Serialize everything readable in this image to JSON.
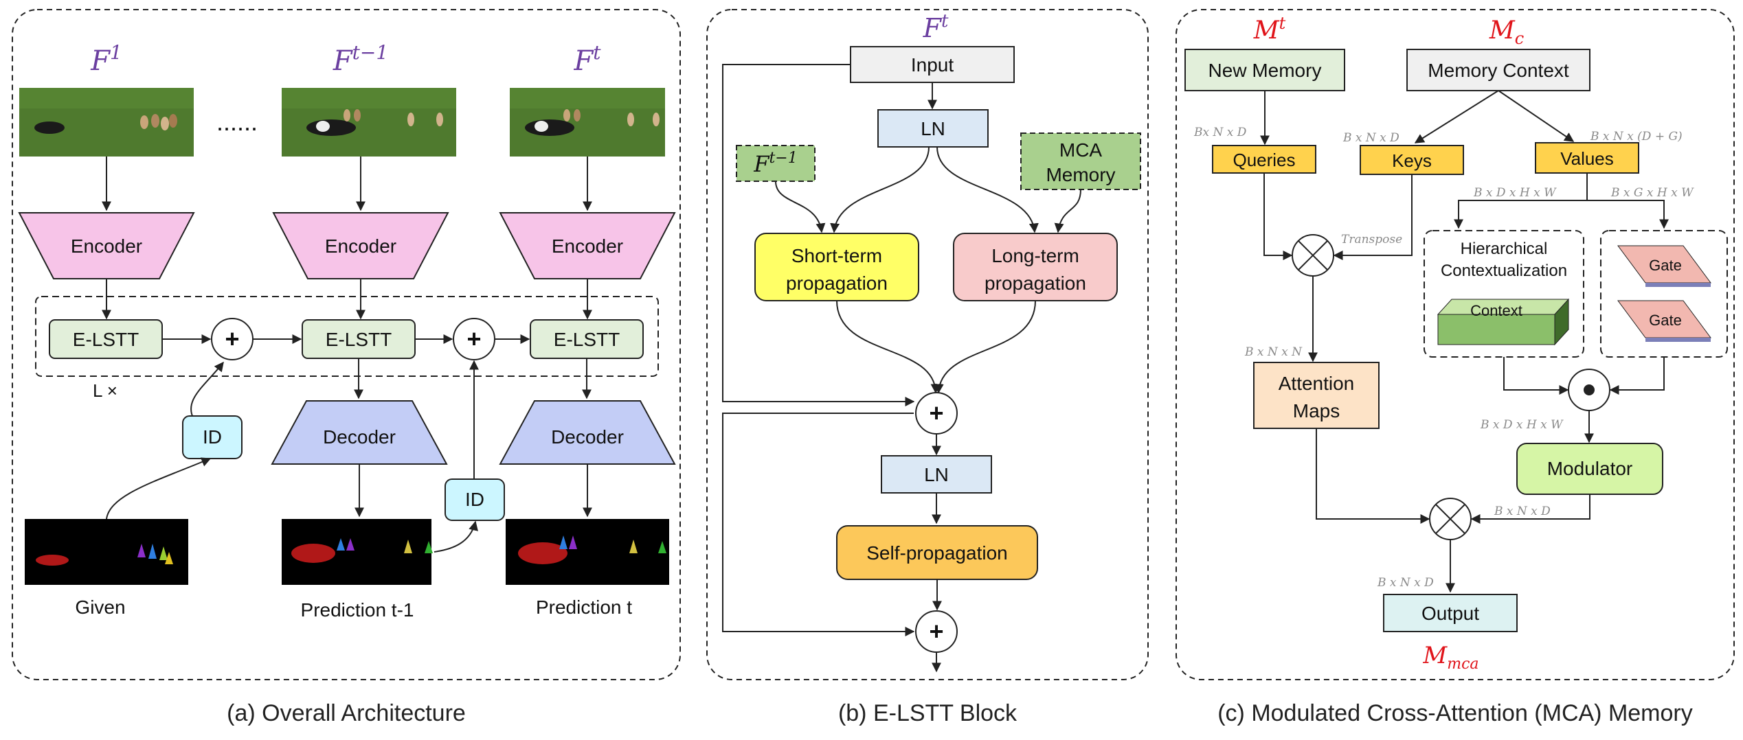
{
  "captions": {
    "a": "(a) Overall Architecture",
    "b": "(b) E-LSTT Block",
    "c": "(c) Modulated Cross-Attention (MCA) Memory"
  },
  "panel_a": {
    "frames": [
      {
        "sym": "F",
        "sup": "1"
      },
      {
        "sym": "F",
        "sup": "t−1"
      },
      {
        "sym": "F",
        "sup": "t"
      }
    ],
    "ellipsis": "......",
    "encoder": "Encoder",
    "elstt": "E-LSTT",
    "decoder": "Decoder",
    "id": "ID",
    "plus": "+",
    "layers": "L ×",
    "masks": [
      "Given",
      "Prediction t-1",
      "Prediction t"
    ]
  },
  "panel_b": {
    "top": {
      "sym": "F",
      "sup": "t"
    },
    "input": "Input",
    "ln": "LN",
    "prev": {
      "sym": "F",
      "sup": "t−1"
    },
    "mca_line1": "MCA",
    "mca_line2": "Memory",
    "short_line1": "Short-term",
    "short_line2": "propagation",
    "long_line1": "Long-term",
    "long_line2": "propagation",
    "ln2": "LN",
    "self": "Self-propagation",
    "plus": "+"
  },
  "panel_c": {
    "mt": {
      "sym": "M",
      "sup": "t"
    },
    "mc": {
      "sym": "M",
      "sub": "c"
    },
    "mmca": {
      "sym": "M",
      "sub": "mca"
    },
    "new_memory": "New Memory",
    "memory_context": "Memory Context",
    "queries": "Queries",
    "keys": "Keys",
    "values": "Values",
    "hier_line1": "Hierarchical",
    "hier_line2": "Contextualization",
    "context": "Context",
    "gate": "Gate",
    "attn_line1": "Attention",
    "attn_line2": "Maps",
    "modulator": "Modulator",
    "output": "Output",
    "transpose": "Transpose",
    "dims": {
      "queries_in": "Bx N x D",
      "keys_in": "B x N x D",
      "values_in": "B x N x (D + G)",
      "ctx_in": "B x D x H x W",
      "gate_in": "B x G x H x W",
      "attn_in": "B x N x N",
      "mod_in": "B x D x H x W",
      "mod_out": "B x N x D",
      "out_in": "B x N x D"
    }
  },
  "colors": {
    "purple_symbol": "#6b3fa0",
    "red_symbol": "#e0141a",
    "pink_encoder": "#f7c4e8",
    "blue_decoder": "#c3cdf6",
    "green_elstt": "#e2efda",
    "cyan_id": "#ccf6ff",
    "yellow_short": "#ffff66",
    "pink_long": "#f8cbcb",
    "orange_self": "#fcc85a",
    "blue_ln": "#dbe8f5",
    "green_mca": "#a9d08e",
    "gold_qkv": "#ffd24d",
    "peach_attn": "#fde3c7",
    "lime_mod": "#d6f5a6",
    "cyan_out": "#ddf2f2"
  }
}
